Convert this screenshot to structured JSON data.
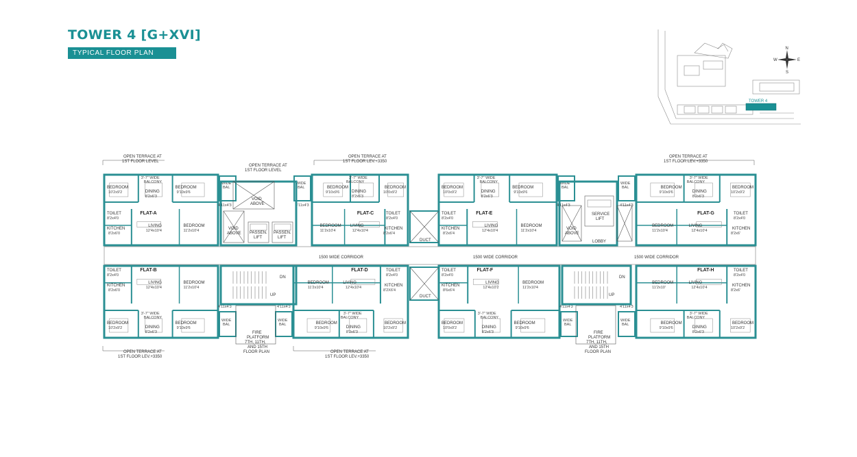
{
  "header": {
    "title": "TOWER 4 [G+XVI]",
    "subtitle": "TYPICAL FLOOR PLAN"
  },
  "keyplan": {
    "tower_label": "TOWER 4",
    "compass": {
      "n": "N",
      "s": "S",
      "e": "E",
      "w": "W"
    }
  },
  "colors": {
    "accent": "#1a9094",
    "wall": "#2a8f93",
    "line": "#555555"
  },
  "annotations": {
    "terrace_a_top": [
      "OPEN TERRACE AT",
      "1ST FLOOR LEVEL"
    ],
    "terrace_c_top": [
      "OPEN TERRACE AT",
      "1ST FLOOR LEV.+3350"
    ],
    "terrace_g_top": [
      "OPEN TERRACE AT",
      "1ST FLOOR LEV.+3350"
    ],
    "terrace_mid_top": [
      "OPEN TERRACE AT",
      "1ST FLOOR LEVEL"
    ],
    "terrace_b_bottom": [
      "OPEN TERRACE AT",
      "1ST FLOOR LEV.+3350"
    ],
    "terrace_d_bottom": [
      "OPEN TERRACE AT",
      "1ST FLOOR LEV.+3350"
    ],
    "fire_platform": [
      "FIRE",
      "PLATFORM",
      "7TH, 11TH,",
      "AND 15TH",
      "FLOOR PLAN"
    ],
    "corridor": "1500 WIDE CORRIDOR",
    "duct": "DUCT",
    "void_above": [
      "VOID",
      "ABOVE"
    ],
    "passen_lift": [
      "PASSEN.",
      "LIFT"
    ],
    "service_lift": [
      "SERVICE",
      "LIFT"
    ],
    "lobby": "LOBBY",
    "up": "UP",
    "dn": "DN"
  },
  "flats": [
    {
      "name": "FLAT-A",
      "rooms": {
        "bedroom1": [
          "BEDROOM",
          "10'2x9'2"
        ],
        "balcony": [
          "3'-7\" WIDE",
          "BALCONY"
        ],
        "bedroom2": [
          "BEDROOM",
          "9'10x9'6"
        ],
        "dining": [
          "DINING",
          "8'2x6'3"
        ],
        "toilet1": [
          "TOILET",
          "8'2x4'0"
        ],
        "kitchen": [
          "KITCHEN",
          "8'2x6'0"
        ],
        "living": [
          "LIVING",
          "12'4x10'4"
        ],
        "bedroom3": [
          "BEDROOM",
          "11'2x10'4"
        ],
        "toilet2": [
          "TOILET",
          "4'11x4'3"
        ],
        "wide_bal": [
          "WIDE",
          "BAL"
        ]
      }
    },
    {
      "name": "FLAT-B",
      "rooms": {
        "bedroom1": [
          "BEDROOM",
          "10'2x9'2"
        ],
        "balcony": [
          "3'-7\" WIDE",
          "BALCONY"
        ],
        "bedroom2": [
          "BEDROOM",
          "9'10x9'6"
        ],
        "dining": [
          "DINING",
          "8'2x6'3"
        ],
        "toilet1": [
          "TOILET",
          "8'2x4'0"
        ],
        "kitchen": [
          "KITCHEN",
          "8'2x6'0"
        ],
        "living": [
          "LIVING",
          "12'4x10'4"
        ],
        "bedroom3": [
          "BEDROOM",
          "11'2x10'4"
        ],
        "toilet2": [
          "TOILET",
          "4'11x4'3"
        ],
        "wide_bal": [
          "WIDE",
          "BAL"
        ]
      }
    },
    {
      "name": "FLAT-C",
      "rooms": {
        "bedroom1": [
          "BEDROOM",
          "10'0x9'2"
        ],
        "balcony": [
          "3'-7\" WIDE",
          "BALCONY"
        ],
        "bedroom2": [
          "BEDROOM",
          "9'10x9'6"
        ],
        "dining": [
          "DINING",
          "8'2x6'3"
        ],
        "toilet1": [
          "TOILET",
          "8'2x4'0"
        ],
        "kitchen": [
          "KITCHEN",
          "8'2x6'4"
        ],
        "living": [
          "LIVING",
          "12'4x10'4"
        ],
        "bedroom3": [
          "BEDROOM",
          "11'2x10'4"
        ],
        "toilet2": [
          "TOILET",
          "4'11x4'3"
        ],
        "wide_bal": [
          "WIDE",
          "BAL"
        ]
      }
    },
    {
      "name": "FLAT-D",
      "rooms": {
        "bedroom1": [
          "BEDROOM",
          "10'2x9'2"
        ],
        "balcony": [
          "3'-7\" WIDE",
          "BALCONY"
        ],
        "bedroom2": [
          "BEDROOM",
          "9'10x9'6"
        ],
        "dining": [
          "DINING",
          "8'2x6'3"
        ],
        "toilet1": [
          "TOILET",
          "8'2x4'0"
        ],
        "kitchen": [
          "KITCHEN",
          "8'2X6'4"
        ],
        "living": [
          "LIVING",
          "12'4x10'4"
        ],
        "bedroom3": [
          "BEDROOM",
          "11'2x10'4"
        ],
        "toilet2": [
          "TOILET",
          "4'11x4'3"
        ],
        "wide_bal": [
          "WIDE",
          "BAL"
        ]
      }
    },
    {
      "name": "FLAT-E",
      "rooms": {
        "bedroom1": [
          "BEDROOM",
          "10'0x9'2"
        ],
        "balcony": [
          "3'-7\" WIDE",
          "BALCONY"
        ],
        "bedroom2": [
          "BEDROOM",
          "9'10x9'6"
        ],
        "dining": [
          "DINING",
          "8'2x6'3"
        ],
        "toilet1": [
          "TOILET",
          "8'2x4'0"
        ],
        "kitchen": [
          "KITCHEN",
          "8'2x6'4"
        ],
        "living": [
          "LIVING",
          "12'4x10'4"
        ],
        "bedroom3": [
          "BEDROOM",
          "11'2x10'4"
        ],
        "toilet2": [
          "TOILET",
          "4'11x4'3"
        ],
        "wide_bal": [
          "WIDE",
          "BAL"
        ]
      }
    },
    {
      "name": "FLAT-F",
      "rooms": {
        "bedroom1": [
          "BEDROOM",
          "10'0x9'2"
        ],
        "balcony": [
          "3'-7\" WIDE",
          "BALCONY"
        ],
        "bedroom2": [
          "BEDROOM",
          "9'10x9'6"
        ],
        "dining": [
          "DINING",
          "8'2x6'3"
        ],
        "toilet1": [
          "TOILET",
          "8'2x4'0"
        ],
        "kitchen": [
          "KITCHEN",
          "8'6x6'4"
        ],
        "living": [
          "LIVING",
          "12'4x10'2"
        ],
        "bedroom3": [
          "BEDROOM",
          "11'2x10'4"
        ],
        "toilet2": [
          "TOILET",
          "4'11x4'3"
        ],
        "wide_bal": [
          "WIDE",
          "BAL"
        ]
      }
    },
    {
      "name": "FLAT-G",
      "rooms": {
        "bedroom1": [
          "BEDROOM",
          "10'2x9'2"
        ],
        "balcony": [
          "3'-7\" WIDE",
          "BALCONY"
        ],
        "bedroom2": [
          "BEDROOM",
          "9'10x9'6"
        ],
        "dining": [
          "DINING",
          "8'2x6'3"
        ],
        "toilet1": [
          "TOILET",
          "8'2x4'0"
        ],
        "kitchen": [
          "KITCHEN",
          "8'2x6'"
        ],
        "living": [
          "LIVING",
          "12'4x10'4"
        ],
        "bedroom3": [
          "BEDROOM",
          "11'2x10'4"
        ],
        "toilet2": [
          "TOILET",
          "4'11x4'3"
        ],
        "wide_bal": [
          "WIDE",
          "BAL"
        ]
      }
    },
    {
      "name": "FLAT-H",
      "rooms": {
        "bedroom1": [
          "BEDROOM",
          "10'2x9'2"
        ],
        "balcony": [
          "3'-7\" WIDE",
          "BALCONY"
        ],
        "bedroom2": [
          "BEDROOM",
          "9'10x9'6"
        ],
        "dining": [
          "DINING",
          "8'2x6'3"
        ],
        "toilet1": [
          "TOILET",
          "8'2x4'0"
        ],
        "kitchen": [
          "KITCHEN",
          "8'2x6'"
        ],
        "living": [
          "LIVING",
          "12'4x10'4"
        ],
        "bedroom3": [
          "BEDROOM",
          "11'2x10'"
        ],
        "toilet2": [
          "TOILET",
          "4'11x4'3"
        ],
        "wide_bal": [
          "WIDE",
          "BAL"
        ]
      }
    }
  ]
}
